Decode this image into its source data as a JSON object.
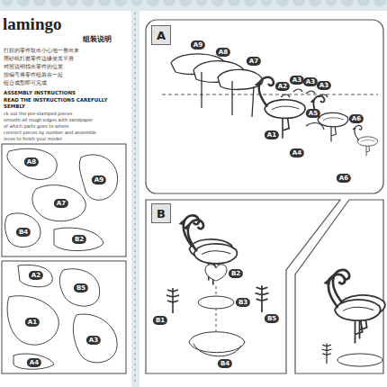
{
  "diagram": {
    "title": "lamingo",
    "nodes": [
      {
        "text": [
          "A"
        ]
      },
      {
        "text": [
          "B"
        ]
      }
    ],
    "labels": [
      "组装说明",
      "打好的零件取出小心地一整出来",
      "用砂纸打磨零件边缘使其平滑",
      "对照说明找出零件的位置",
      "按编号将零件组装在一起",
      "组合成型即可完成",
      "ASSEMBLY INSTRUCTIONS",
      "READ THE INSTRUCTIONS CAREFULLY",
      "SEMBLY",
      "ck out the pre-stamped pieces",
      "smooth all rough edges with sandpaper",
      "of which parts goes to where",
      "connect pieces by number and assemble",
      "ieces to finish your model",
      "A8",
      "A9",
      "A7",
      "B4",
      "B2",
      "A2",
      "B5",
      "A3",
      "A1",
      "A4",
      "A9",
      "A8",
      "A7",
      "A2",
      "A3",
      "A3",
      "A3",
      "A5",
      "A6",
      "A1",
      "A4",
      "A6",
      "B2",
      "B3",
      "B1",
      "B5",
      "B4"
    ]
  }
}
